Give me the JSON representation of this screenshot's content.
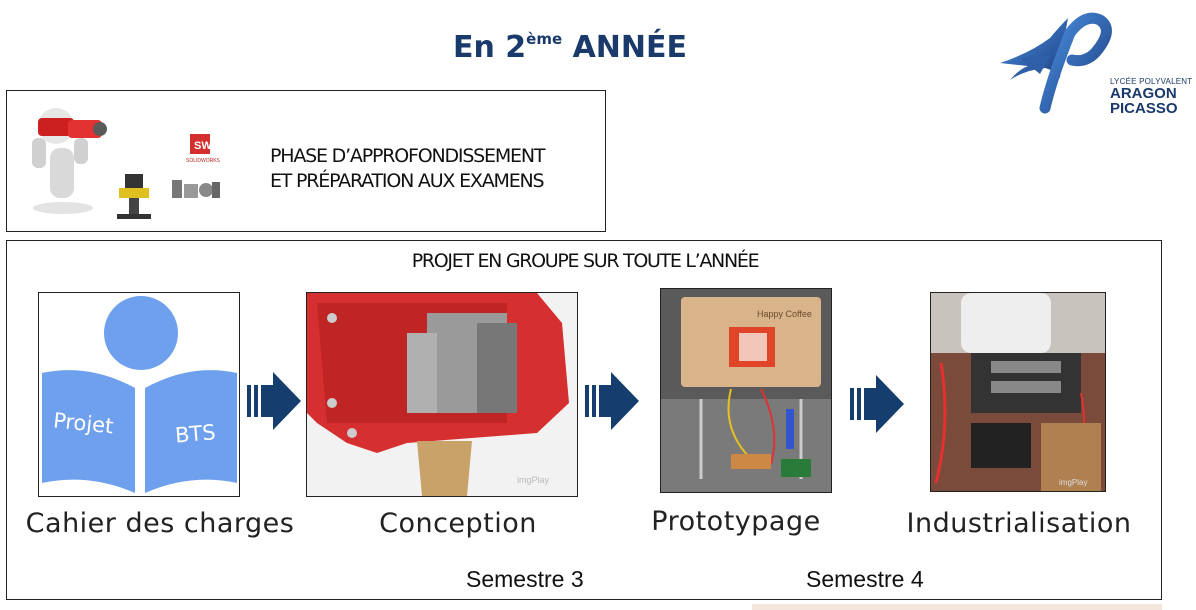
{
  "header": {
    "title_prefix": "En 2",
    "title_sup": "ème",
    "title_suffix": " ANNÉE"
  },
  "logo": {
    "line1": "LYCÉE POLYVALENT",
    "line2": "ARAGON",
    "line3": "PICASSO"
  },
  "intro": {
    "line1": "PHASE D’APPROFONDISSEMENT",
    "line2": "ET PRÉPARATION AUX EXAMENS"
  },
  "project": {
    "title": "PROJET EN GROUPE SUR TOUTE L’ANNÉE"
  },
  "book": {
    "left_word": "Projet",
    "right_word": "BTS"
  },
  "prototype": {
    "board_text": "Happy Coffee"
  },
  "steps": [
    {
      "label": "Cahier des charges"
    },
    {
      "label": "Conception"
    },
    {
      "label": "Prototypage"
    },
    {
      "label": "Industrialisation"
    }
  ],
  "semesters": [
    "Semestre 3",
    "Semestre 4"
  ],
  "colors": {
    "navy": "#1a3a6b",
    "book_blue": "#6fa0ee",
    "arrow": "#153e6e"
  }
}
